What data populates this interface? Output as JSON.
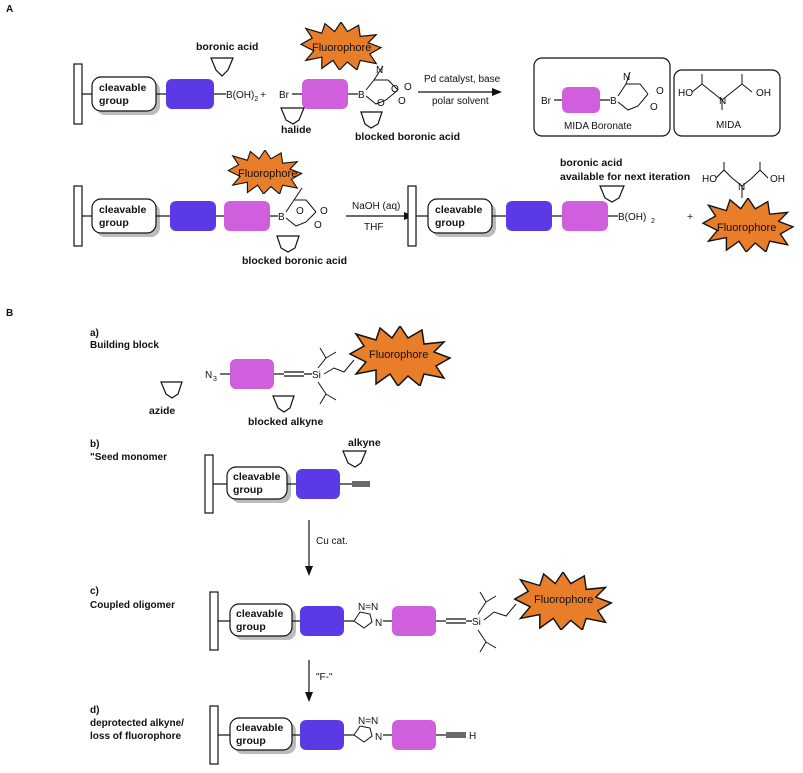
{
  "panels": {
    "a_label": "A",
    "b_label": "B"
  },
  "common": {
    "cleavable_line1": "cleavable",
    "cleavable_line2": "group",
    "fluorophore": "Fluorophore",
    "boh2": "B(OH)",
    "boh2_sub": "2"
  },
  "panel_a": {
    "boronic_acid": "boronic acid",
    "plus": "+",
    "br": "Br",
    "halide": "halide",
    "blocked_boronic_acid": "blocked boronic acid",
    "arrow1_line1": "Pd catalyst, base",
    "arrow1_line2": "polar solvent",
    "mida_boronate": "MIDA Boronate",
    "mida": "MIDA",
    "arrow2_line1": "NaOH (aq)",
    "arrow2_line2": "THF",
    "next_line1": "boronic acid",
    "next_line2": "available for next iteration"
  },
  "panel_b": {
    "step_a": "a)",
    "step_a_title": "Building block",
    "azide": "azide",
    "blocked_alkyne": "blocked alkyne",
    "step_b": "b)",
    "step_b_title": "\"Seed monomer",
    "alkyne": "alkyne",
    "cu_cat": "Cu cat.",
    "step_c": "c)",
    "step_c_title": "Coupled oligomer",
    "fluoride": "\"F-\"",
    "step_d": "d)",
    "step_d_title1": "deprotected alkyne/",
    "step_d_title2": "loss of fluorophore"
  },
  "chem": {
    "n3": "N",
    "n3_sub": "3",
    "si": "Si",
    "h": "H",
    "n": "N",
    "nn": "N=N",
    "n1": "N",
    "o": "O",
    "b": "B",
    "ho": "HO",
    "oh": "OH"
  },
  "colors": {
    "blue_block": "#5b3ae6",
    "pink_block": "#cf5fdc",
    "fluorophore": "#e87d2a",
    "shadow": "#b9bcbd"
  }
}
